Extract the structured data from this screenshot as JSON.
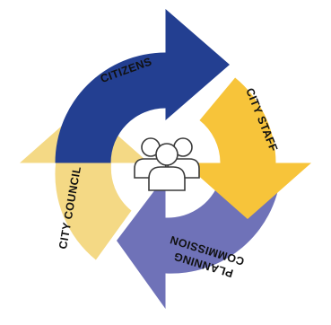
{
  "diagram": {
    "segments": [
      {
        "id": "citizens",
        "label": "CITIZENS",
        "color": "#233f91"
      },
      {
        "id": "city-staff",
        "label": "CITY STAFF",
        "color": "#f7c43a"
      },
      {
        "id": "planning-commission",
        "label_line1": "PLANNING",
        "label_line2": "COMMISSION",
        "color": "#6f72b8"
      },
      {
        "id": "city-council",
        "label": "CITY COUNCIL",
        "color": "#f4d985"
      }
    ],
    "center_icon": "people-group-icon"
  }
}
